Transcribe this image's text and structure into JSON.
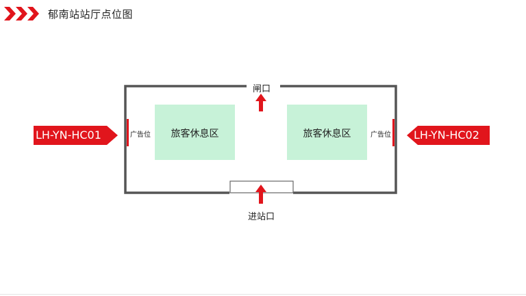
{
  "header": {
    "title": "郁南站站厅点位图",
    "accent_color": "#e1151c",
    "icon": "triple-chevron-right-icon"
  },
  "floor_plan": {
    "wall_color": "#555555",
    "zone_color": "#c7f2d8",
    "marker_color": "#e1151c",
    "rest_zone_left": "旅客休息区",
    "rest_zone_right": "旅客休息区",
    "ad_spot_left": "广告位",
    "ad_spot_right": "广告位",
    "gate_label": "闸口",
    "entrance_label": "进站口",
    "point_left": "LH-YN-HC01",
    "point_right": "LH-YN-HC02",
    "arrow_icon": "up-arrow-icon"
  }
}
